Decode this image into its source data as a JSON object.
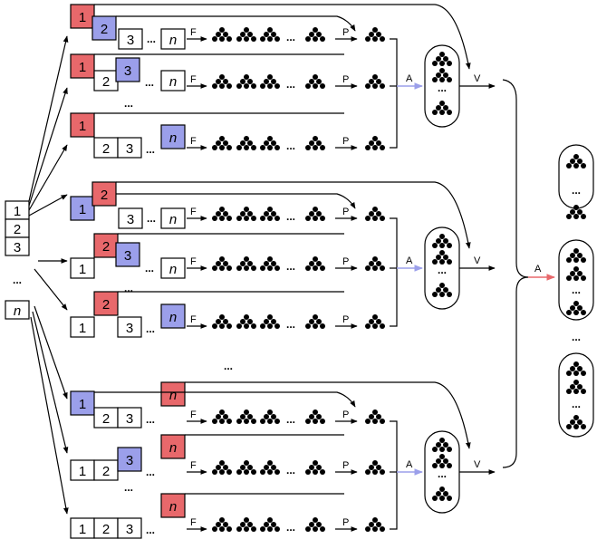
{
  "input_stack": [
    "1",
    "2",
    "3",
    "...",
    "n"
  ],
  "cell_labels": {
    "one": "1",
    "two": "2",
    "three": "3",
    "n": "n",
    "ellipsis": "..."
  },
  "op_labels": {
    "F": "F",
    "P": "P",
    "A": "A",
    "V": "V"
  },
  "colors": {
    "selected_red": "#e8686b",
    "selected_blue": "#9b9fea"
  },
  "groups": [
    {
      "rows": [
        {
          "red": "1",
          "blue": "2",
          "white": [
            "3",
            "...",
            "n"
          ]
        },
        {
          "red": "1",
          "blue": "3",
          "white": [
            "2",
            "...",
            "n"
          ]
        },
        {
          "red": "1",
          "blue": "n",
          "white": [
            "2",
            "3",
            "..."
          ]
        }
      ]
    },
    {
      "rows": [
        {
          "red": "2",
          "blue": "1",
          "white": [
            "3",
            "...",
            "n"
          ]
        },
        {
          "red": "2",
          "blue": "3",
          "white": [
            "1",
            "...",
            "n"
          ]
        },
        {
          "red": "2",
          "blue": "n",
          "white": [
            "1",
            "3",
            "..."
          ]
        }
      ]
    },
    {
      "rows": [
        {
          "red": "n",
          "blue": "1",
          "white": [
            "2",
            "3",
            "..."
          ]
        },
        {
          "red": "n",
          "blue": "3",
          "white": [
            "1",
            "2",
            "..."
          ]
        },
        {
          "red": "n",
          "blue": "",
          "white": [
            "1",
            "2",
            "3",
            "..."
          ]
        }
      ]
    }
  ]
}
